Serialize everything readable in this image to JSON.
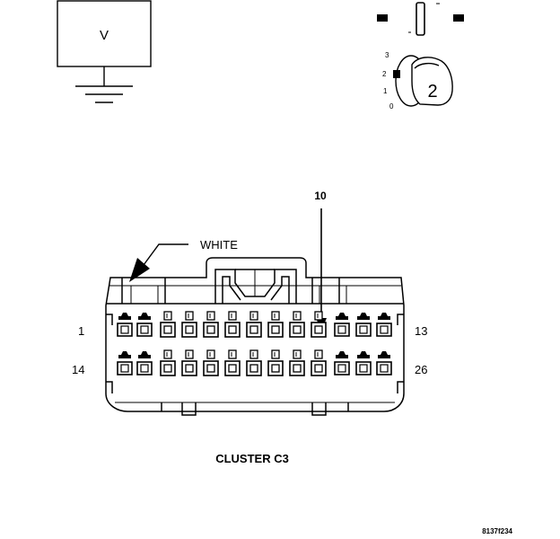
{
  "meter": {
    "label": "V"
  },
  "selector": {
    "positions": [
      "3",
      "2",
      "1",
      "0"
    ],
    "setting": "2"
  },
  "connector": {
    "pin_callout": "10",
    "color_callout": "WHITE",
    "row1_first": "1",
    "row1_last": "13",
    "row2_first": "14",
    "row2_last": "26",
    "name": "CLUSTER C3"
  },
  "figure_id": "8137f234"
}
